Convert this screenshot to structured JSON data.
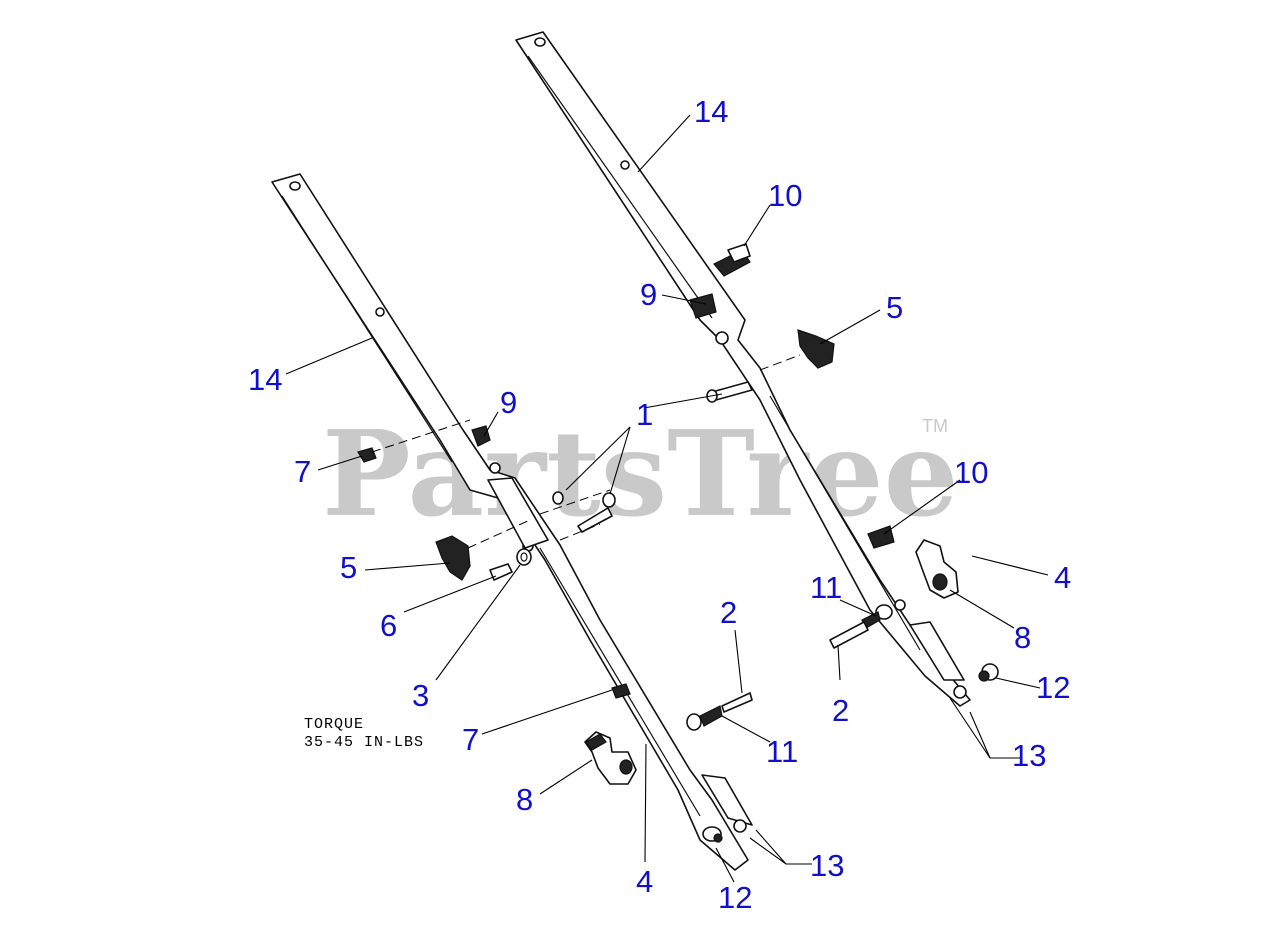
{
  "watermark": {
    "text": "PartsTree",
    "trademark": "TM"
  },
  "note": {
    "line1": "TORQUE",
    "line2": "35-45  IN-LBS"
  },
  "colors": {
    "callout": "#1010c8",
    "line": "#000000",
    "watermark": "#c9c9c9"
  },
  "callouts": {
    "c1": "1",
    "c2a": "2",
    "c2b": "2",
    "c3": "3",
    "c4a": "4",
    "c4b": "4",
    "c5a": "5",
    "c5b": "5",
    "c6": "6",
    "c7a": "7",
    "c7b": "7",
    "c8a": "8",
    "c8b": "8",
    "c9a": "9",
    "c9b": "9",
    "c10a": "10",
    "c10b": "10",
    "c11a": "11",
    "c11b": "11",
    "c12a": "12",
    "c12b": "12",
    "c13a": "13",
    "c13b": "13",
    "c14a": "14",
    "c14b": "14"
  }
}
